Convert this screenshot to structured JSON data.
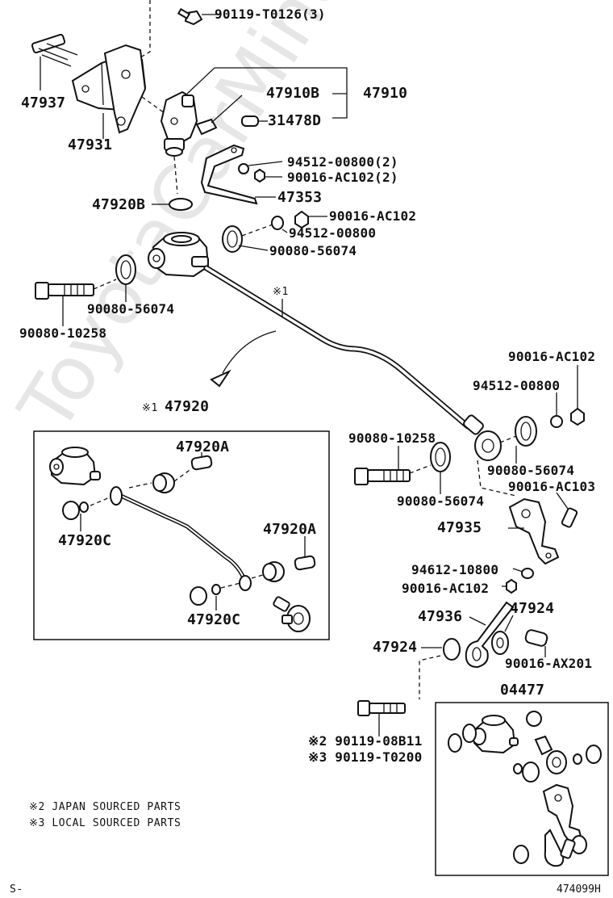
{
  "watermark": "ToyotaCarMine.ru",
  "labels": {
    "l01": "90119-T0126(3)",
    "l02": "47937",
    "l03": "47931",
    "l04": "47910B",
    "l05": "47910",
    "l06": "31478D",
    "l07": "94512-00800(2)",
    "l08": "90016-AC102(2)",
    "l09": "47353",
    "l10": "47920B",
    "l11": "90016-AC102",
    "l12": "94512-00800",
    "l13": "90080-56074",
    "l14": "90080-56074",
    "l15": "90080-10258",
    "l16": "※1",
    "l17": "※1",
    "l18": "47920",
    "l19": "47920A",
    "l20": "47920C",
    "l21": "47920A",
    "l22": "47920C",
    "l23": "90016-AC102",
    "l24": "94512-00800",
    "l25": "90080-10258",
    "l26": "90080-56074",
    "l27": "90080-56074",
    "l28": "90016-AC103",
    "l29": "47935",
    "l30": "94612-10800",
    "l31": "90016-AC102",
    "l32": "47936",
    "l33": "47924",
    "l34": "47924",
    "l35": "90016-AX201",
    "l36": "04477",
    "l37": "※2 90119-08B11",
    "l38": "※3 90119-T0200"
  },
  "notes": {
    "n1": "※2 JAPAN SOURCED PARTS",
    "n2": "※3 LOCAL SOURCED PARTS",
    "corner_left": "S-",
    "corner_right": "474099H"
  }
}
